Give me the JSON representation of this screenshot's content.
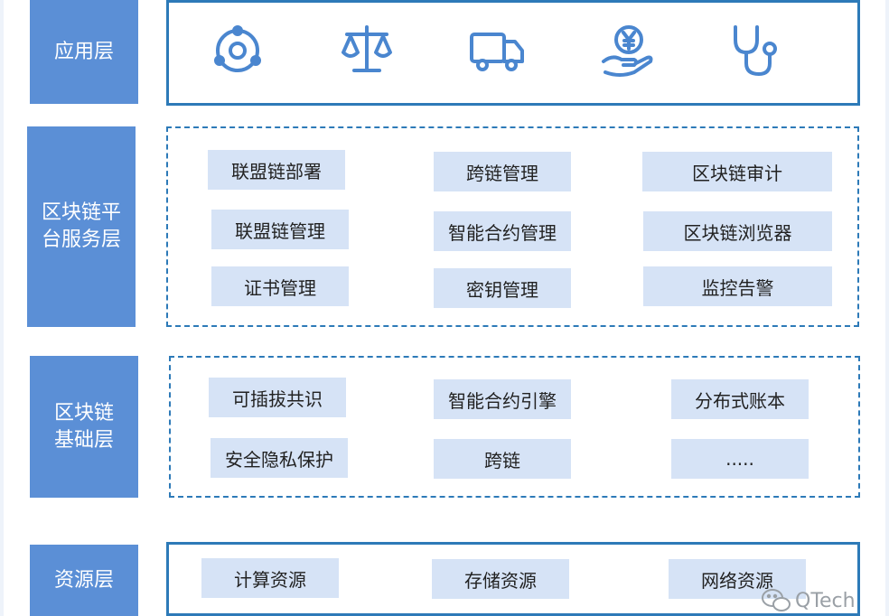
{
  "layers": {
    "application": {
      "label": "应用层"
    },
    "service": {
      "label": "区块链平\n台服务层",
      "items": [
        "联盟链部署",
        "跨链管理",
        "区块链审计",
        "联盟链管理",
        "智能合约管理",
        "区块链浏览器",
        "证书管理",
        "密钥管理",
        "监控告警"
      ]
    },
    "base": {
      "label": "区块链\n基础层",
      "items": [
        "可插拔共识",
        "智能合约引擎",
        "分布式账本",
        "安全隐私保护",
        "跨链",
        "....."
      ]
    },
    "resource": {
      "label": "资源层",
      "items": [
        "计算资源",
        "存储资源",
        "网络资源"
      ]
    }
  },
  "icons": [
    "target-icon",
    "scale-icon",
    "truck-icon",
    "yuan-hand-icon",
    "stethoscope-icon"
  ],
  "colors": {
    "label_bg": "#5b8fd6",
    "item_bg": "#d6e3f6",
    "border": "#2d7ab8",
    "icon": "#4a86cf"
  },
  "watermark": "QTech"
}
